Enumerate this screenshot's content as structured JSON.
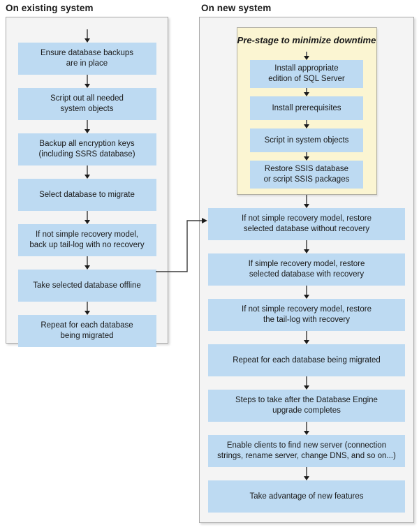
{
  "colors": {
    "page_bg": "#ffffff",
    "panel_bg": "#f4f4f4",
    "panel_border": "#a9a9a9",
    "box_blue": "#bddaf2",
    "yellow_bg": "#fbf5d2",
    "yellow_border": "#b0aea2",
    "arrow_stem": "#6e6e6e",
    "arrow_head": "#1c1c1c",
    "connector": "#3c3c3c",
    "text": "#1a1a1a"
  },
  "left_column": {
    "title": "On existing system",
    "steps": [
      "Ensure database backups\nare in place",
      "Script out all needed\nsystem objects",
      "Backup all encryption keys\n(including SSRS database)",
      "Select database to migrate",
      "If not simple recovery model,\nback up tail-log with no recovery",
      "Take selected database offline",
      "Repeat for each database\nbeing migrated"
    ]
  },
  "right_column": {
    "title": "On new system",
    "prestage": {
      "title": "Pre-stage to minimize downtime",
      "steps": [
        "Install appropriate\nedition of SQL Server",
        "Install prerequisites",
        "Script in system objects",
        "Restore SSIS database\nor script SSIS packages"
      ]
    },
    "steps": [
      "If not simple recovery model, restore\nselected database without recovery",
      "If simple recovery model, restore\nselected database with recovery",
      "If not simple recovery model, restore\nthe tail-log with recovery",
      "Repeat for each database being migrated",
      "Steps to take after the Database Engine\nupgrade completes",
      "Enable clients to find new server (connection\nstrings, rename server, change DNS, and so on...)",
      "Take advantage of new features"
    ]
  }
}
